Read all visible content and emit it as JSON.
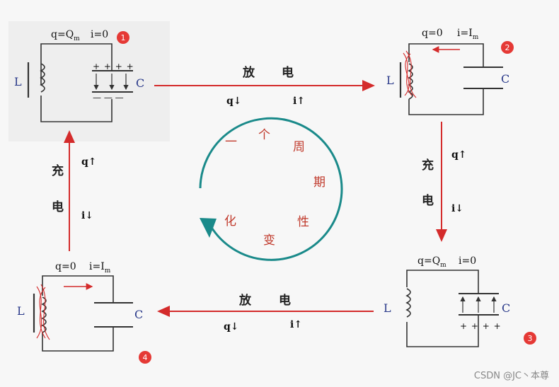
{
  "circuits": [
    {
      "id": "1",
      "q": "q=Q",
      "q_sub": "m",
      "i": "i=0",
      "i_sub": "",
      "L": "L",
      "C": "C",
      "badge": "1"
    },
    {
      "id": "2",
      "q": "q=0",
      "q_sub": "",
      "i": "i=I",
      "i_sub": "m",
      "L": "L",
      "C": "C",
      "badge": "2"
    },
    {
      "id": "3",
      "q": "q=Q",
      "q_sub": "m",
      "i": "i=0",
      "i_sub": "",
      "L": "L",
      "C": "C",
      "badge": "3"
    },
    {
      "id": "4",
      "q": "q=0",
      "q_sub": "",
      "i": "i=I",
      "i_sub": "m",
      "L": "L",
      "C": "C",
      "badge": "4"
    }
  ],
  "transitions": {
    "top": {
      "label1": "放",
      "label2": "电",
      "q": "q",
      "q_arrow": "↓",
      "i": "i",
      "i_arrow": "↑"
    },
    "right": {
      "label1": "充",
      "label2": "电",
      "q": "q",
      "q_arrow": "↑",
      "i": "i",
      "i_arrow": "↓"
    },
    "bottom": {
      "label1": "放",
      "label2": "电",
      "q": "q",
      "q_arrow": "↓",
      "i": "i",
      "i_arrow": "↑"
    },
    "left": {
      "label1": "充",
      "label2": "电",
      "q": "q",
      "q_arrow": "↑",
      "i": "i",
      "i_arrow": "↓"
    }
  },
  "cycle": {
    "chars": [
      "一",
      "个",
      "周",
      "期",
      "性",
      "变",
      "化"
    ]
  },
  "plates": {
    "top_plus": "+ + + +",
    "top_minus": "— — —",
    "bottom_plus": "+ + + +"
  },
  "watermark": "CSDN @JC丶本尊",
  "colors": {
    "red": "#d42b2b",
    "teal": "#1a8a8a",
    "wire": "#333333"
  }
}
